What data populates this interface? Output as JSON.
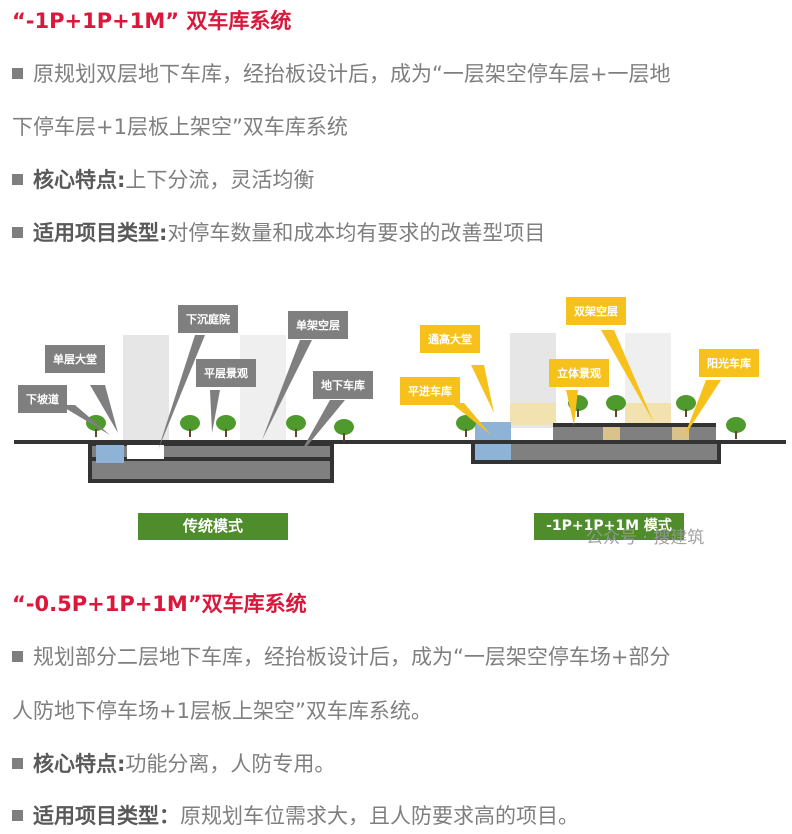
{
  "section1": {
    "title": "“-1P+1P+1M” 双车库系统",
    "desc": "原规划双层地下车库，经抬板设计后，成为“一层架空停车层+一层地下停车层+1层板上架空”双车库系统",
    "desc_line1": "原规划双层地下车库，经抬板设计后，成为“一层架空停车层+一层地",
    "desc_line2": "下停车层+1层板上架空”双车库系统",
    "feature_label": "核心特点:",
    "feature": "上下分流，灵活均衡",
    "type_label": "适用项目类型:",
    "type": "对停车数量和成本均有要求的改善型项目"
  },
  "figure": {
    "left": {
      "caption": "传统模式",
      "labels": [
        "下坡道",
        "单层大堂",
        "下沉庭院",
        "平层景观",
        "单架空层",
        "地下车库"
      ]
    },
    "right": {
      "caption": "-1P+1P+1M 模式",
      "labels": [
        "平进车库",
        "通高大堂",
        "双架空层",
        "立体景观",
        "阳光车库"
      ]
    },
    "watermark": "公众号 · 搜建筑"
  },
  "section2": {
    "title": "“-0.5P+1P+1M”双车库系统",
    "desc_line1": "规划部分二层地下车库，经抬板设计后，成为“一层架空停车场+部分",
    "desc_line2": "人防地下停车场+1层板上架空”双车库系统。",
    "feature_label": "核心特点:",
    "feature": "功能分离，人防专用。",
    "type_label": "适用项目类型：",
    "type": "原规划车位需求大，且人防要求高的项目。"
  }
}
